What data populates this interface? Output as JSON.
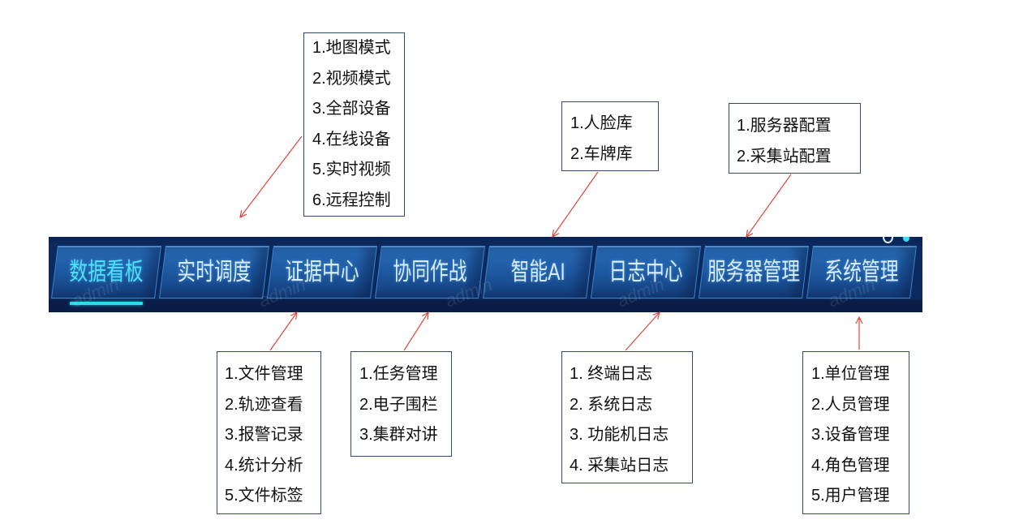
{
  "nav": {
    "tabs": [
      {
        "label": "数据看板",
        "active": true
      },
      {
        "label": "实时调度",
        "active": false
      },
      {
        "label": "证据中心",
        "active": false
      },
      {
        "label": "协同作战",
        "active": false
      },
      {
        "label": "智能AI",
        "active": false
      },
      {
        "label": "日志中心",
        "active": false
      },
      {
        "label": "服务器管理",
        "active": false
      },
      {
        "label": "系统管理",
        "active": false
      }
    ],
    "watermark": "admin",
    "icons": {
      "ring": "ring-icon",
      "dot": "status-dot-icon"
    }
  },
  "submenus": {
    "dashboard": {
      "items": [
        "1.地图模式",
        "2.视频模式",
        "3.全部设备",
        "4.在线设备",
        "5.实时视频",
        "6.远程控制"
      ]
    },
    "ai": {
      "items": [
        "1.人脸库",
        "2.车牌库"
      ]
    },
    "server": {
      "items": [
        "1.服务器配置",
        "2.采集站配置"
      ]
    },
    "evidence": {
      "items": [
        "1.文件管理",
        "2.轨迹查看",
        "3.报警记录",
        "4.统计分析",
        "5.文件标签"
      ]
    },
    "collab": {
      "items": [
        "1.任务管理",
        "2.电子围栏",
        "3.集群对讲"
      ]
    },
    "log": {
      "items": [
        "1. 终端日志",
        "2. 系统日志",
        "3. 功能机日志",
        "4. 采集站日志"
      ]
    },
    "system": {
      "items": [
        "1.单位管理",
        "2.人员管理",
        "3.设备管理",
        "4.角色管理",
        "5.用户管理"
      ]
    }
  },
  "colors": {
    "nav_background": "#0c2a5e",
    "nav_bottom": "#0a1d46",
    "tab_fill": "#1e59a2",
    "tab_border": "#3a86cf",
    "tab_text": "#d9edff",
    "active_text": "#49e4fb",
    "active_indicator": "#2fd9e8",
    "status_dot": "#3ce0f5",
    "arrow": "#d9473a",
    "box_border": "#33486e",
    "box_text": "#111111"
  }
}
